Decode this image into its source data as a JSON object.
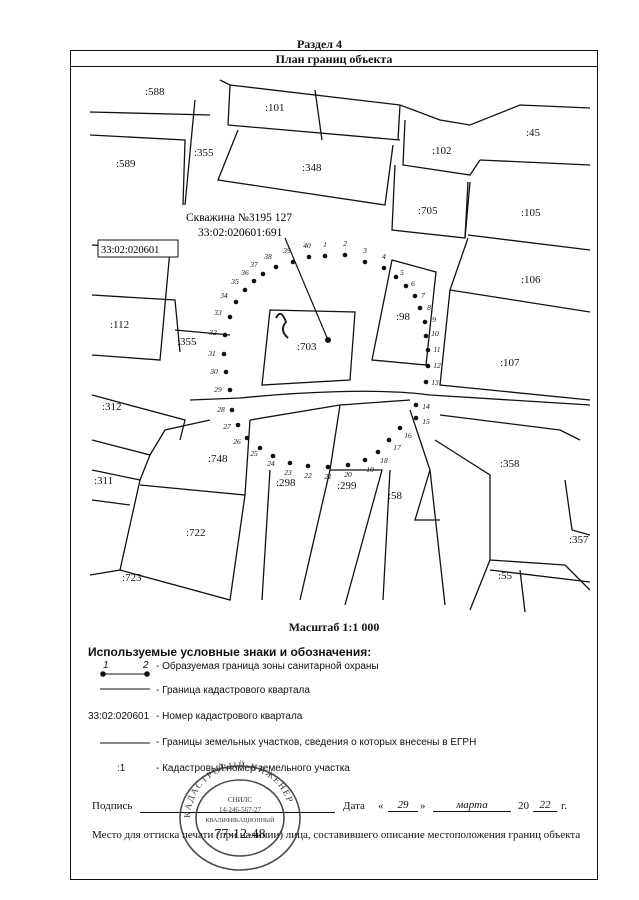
{
  "header": {
    "section": "Раздел 4",
    "plan_title": "План границ объекта"
  },
  "map": {
    "well_label": "Скважина №3195 127",
    "well_id": "33:02:020601:691",
    "quarter_number": "33:02:020601",
    "parcels": [
      ":588",
      ":101",
      ":45",
      ":589",
      ":355",
      ":348",
      ":102",
      ":705",
      ":105",
      ":106",
      ":112",
      ":355",
      ":703",
      ":98",
      ":107",
      ":312",
      ":748",
      ":298",
      ":299",
      ":58",
      ":358",
      ":311",
      ":722",
      ":357",
      ":723",
      ":55"
    ],
    "point_labels": [
      "1",
      "2",
      "3",
      "4",
      "5",
      "6",
      "7",
      "8",
      "9",
      "10",
      "11",
      "12",
      "13",
      "14",
      "15",
      "16",
      "17",
      "18",
      "19",
      "20",
      "21",
      "22",
      "23",
      "24",
      "25",
      "26",
      "27",
      "28",
      "29",
      "30",
      "31",
      "32",
      "33",
      "34",
      "35",
      "36",
      "37",
      "38",
      "39",
      "40"
    ]
  },
  "scale": "Масштаб 1:1 000",
  "legend": {
    "title": "Используемые условные знаки и обозначения:",
    "items": [
      {
        "symbol_start": "1",
        "symbol_end": "2",
        "text": "- Образуемая граница зоны санитарной охраны"
      },
      {
        "text": "- Граница кадастрового квартала"
      },
      {
        "symbol_text": "33:02:020601",
        "text": "- Номер кадастрового квартала"
      },
      {
        "text": "- Границы земельных участков, сведения о которых внесены в ЕГРН"
      },
      {
        "symbol_text": ":1",
        "text": "- Кадастровый номер земельного участка"
      }
    ]
  },
  "signature": {
    "label": "Подпись",
    "date_label": "Дата",
    "quote_open": "«",
    "day": "29",
    "quote_close": "»",
    "month": "марта",
    "year_prefix": "20",
    "year_suffix": "22",
    "year_unit": "г.",
    "stamp_note": "Место для оттиска печати (при наличии) лица, составившего описание местоположения границ объекта"
  },
  "stamp": {
    "outer_text": "КАДАСТРОВЫЙ ИНЖЕНЕР",
    "snils_label": "СНИЛС",
    "snils": "14-246-567-27",
    "cert_label": "КВАЛИФИКАЦИОННЫЙ",
    "cert": "77-12-48"
  }
}
